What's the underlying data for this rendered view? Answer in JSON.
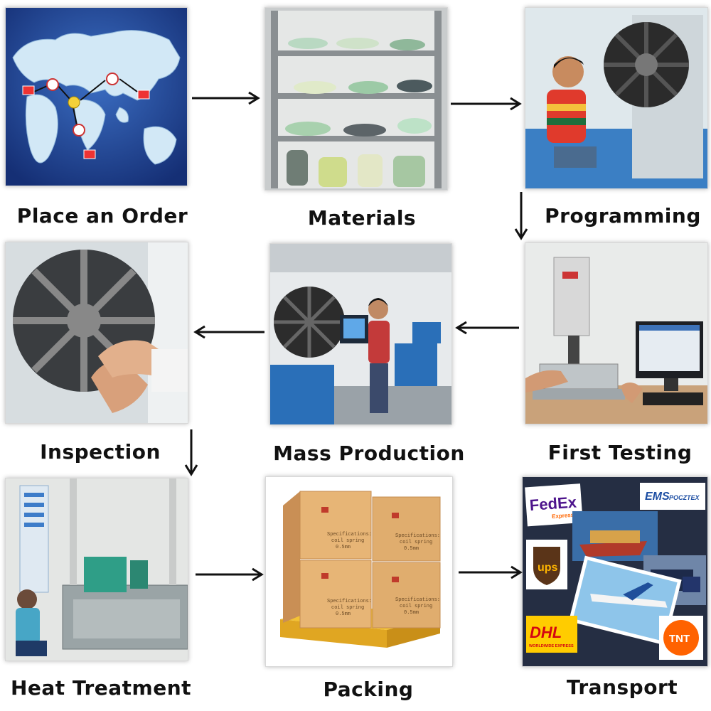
{
  "steps": [
    {
      "label": "Place an Order"
    },
    {
      "label": "Materials"
    },
    {
      "label": "Programming"
    },
    {
      "label": "First Testing"
    },
    {
      "label": "Mass Production"
    },
    {
      "label": "Inspection"
    },
    {
      "label": "Heat Treatment"
    },
    {
      "label": "Packing"
    },
    {
      "label": "Transport"
    }
  ],
  "carriers": {
    "fedex": "FedEx",
    "fedex_sub": "Express",
    "ems": "EMS",
    "ems_sub": "POCZTEX",
    "ups": "ups",
    "dhl": "DHL",
    "dhl_sub": "WORLDWIDE EXPRESS",
    "tnt": "TNT"
  },
  "carton": {
    "spec_line1": "Specifications:",
    "spec_line2": "coil spring",
    "spec_line3": "0.5mm"
  },
  "colors": {
    "map_bg": "#1c3f8f",
    "map_land": "#cfe6f5",
    "carton": "#e6b273",
    "pallet": "#f2b22c",
    "machine_blue": "#2a6fb8",
    "fedex_purple": "#4d148c",
    "fedex_orange": "#ff6600",
    "ups_brown": "#5a3418",
    "ups_gold": "#ffb500",
    "dhl_yellow": "#ffcc00",
    "tnt_orange": "#ff6200"
  }
}
